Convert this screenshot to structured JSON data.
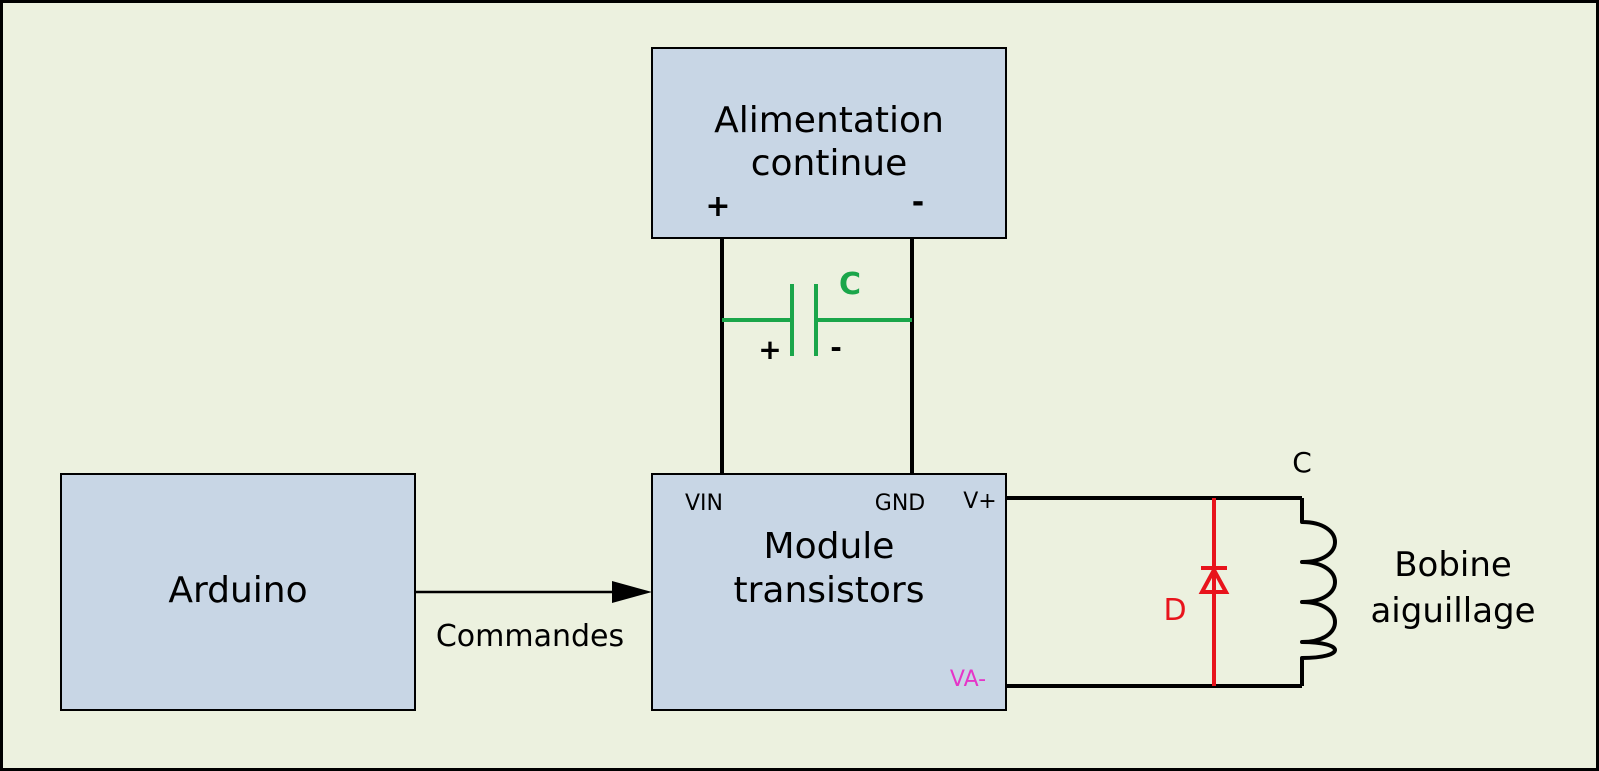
{
  "colors": {
    "background": "#ecf1df",
    "box_fill": "#c8d6e5",
    "wire": "#000000",
    "capacitor": "#1aa64a",
    "diode": "#e8141c",
    "va_minus_label": "#e535c8"
  },
  "blocks": {
    "power_supply": {
      "line1": "Alimentation",
      "line2": "continue",
      "plus": "+",
      "minus": "-"
    },
    "arduino": {
      "label": "Arduino"
    },
    "transistor_module": {
      "line1": "Module",
      "line2": "transistors",
      "pins": {
        "vin": "VIN",
        "gnd": "GND",
        "vplus": "V+",
        "vaminus": "VA-"
      }
    }
  },
  "capacitor": {
    "name": "C",
    "plus": "+",
    "minus": "-"
  },
  "arrow": {
    "label": "Commandes"
  },
  "diode": {
    "name": "D"
  },
  "coil": {
    "terminal": "C",
    "line1": "Bobine",
    "line2": "aiguillage"
  }
}
